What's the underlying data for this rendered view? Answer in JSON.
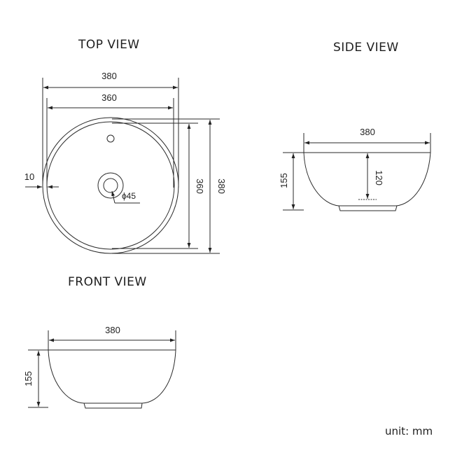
{
  "views": {
    "top": {
      "title": "TOP VIEW",
      "dims": {
        "outer_width": "380",
        "inner_width": "360",
        "rim_thickness": "10",
        "drain_diameter": "ϕ45",
        "inner_height": "360",
        "outer_height": "380"
      }
    },
    "side": {
      "title": "SIDE VIEW",
      "dims": {
        "width": "380",
        "height": "155",
        "depth": "120"
      }
    },
    "front": {
      "title": "FRONT VIEW",
      "dims": {
        "width": "380",
        "height": "155"
      }
    }
  },
  "unit_label": "unit: mm",
  "colors": {
    "line": "#2a2a2a",
    "background": "#ffffff"
  }
}
